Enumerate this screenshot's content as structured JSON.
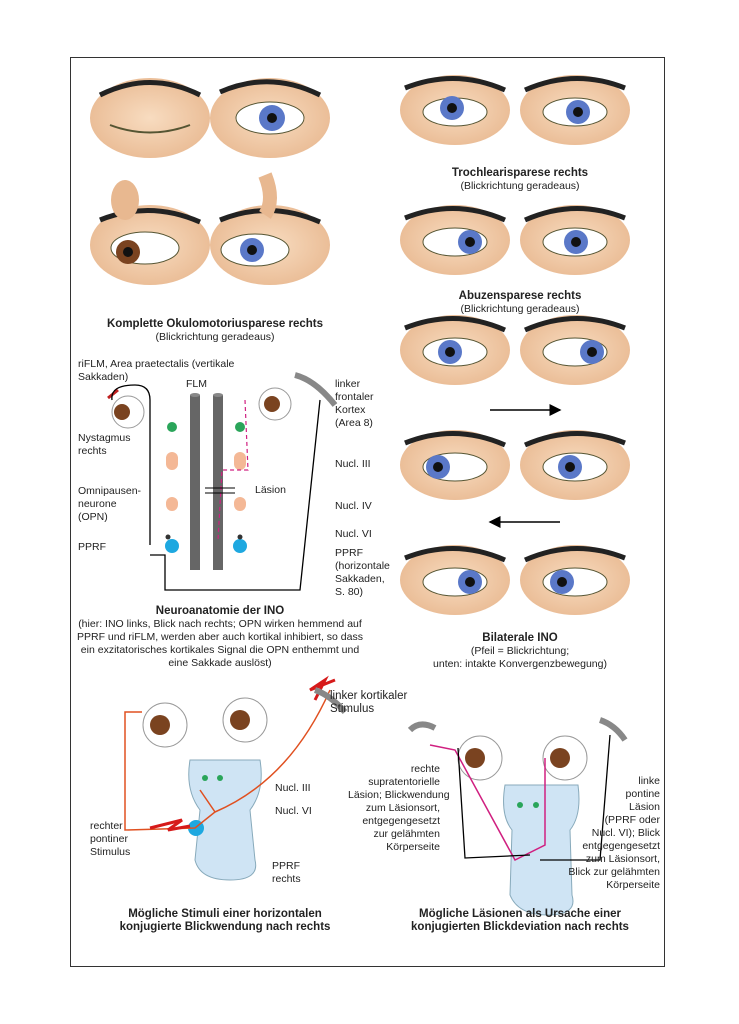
{
  "captions": {
    "okulomotorius": {
      "title": "Komplette Okulomotoriusparese rechts",
      "sub": "(Blickrichtung geradeaus)"
    },
    "trochlearis": {
      "title": "Trochlearisparese rechts",
      "sub": "(Blickrichtung geradeaus)"
    },
    "abduzens": {
      "title": "Abuzensparese rechts",
      "sub": "(Blickrichtung geradeaus)"
    },
    "bilateral": {
      "title": "Bilaterale INO",
      "sub1": "(Pfeil = Blickrichtung;",
      "sub2": "unten: intakte Konvergenzbewegung)"
    },
    "neuro": {
      "title": "Neuroanatomie der INO",
      "l1": "(hier: INO links, Blick nach rechts; OPN wirken hemmend auf",
      "l2": "PPRF und riFLM, werden aber auch kortikal inhibiert, so dass",
      "l3": "ein exzitatorisches kortikales Signal die OPN enthemmt und",
      "l4": "eine Sakkade auslöst)"
    },
    "stimuli": {
      "l1": "Mögliche Stimuli einer horizontalen",
      "l2": "konjugierte Blickwendung nach rechts"
    },
    "laesionen": {
      "l1": "Mögliche Läsionen als Ursache einer",
      "l2": "konjugierten Blickdeviation nach rechts"
    }
  },
  "labels": {
    "rifml1": "riFLM, Area praetectalis (vertikale",
    "rifml2": "Sakkaden)",
    "flm": "FLM",
    "nyst1": "Nystagmus",
    "nyst2": "rechts",
    "opn1": "Omnipausen-",
    "opn2": "neurone",
    "opn3": "(OPN)",
    "pprf": "PPRF",
    "kortex1": "linker",
    "kortex2": "frontaler",
    "kortex3": "Kortex",
    "kortex4": "(Area 8)",
    "nucl3": "Nucl. III",
    "laesion": "Läsion",
    "nucl4": "Nucl. IV",
    "nucl6": "Nucl. VI",
    "pprf_r1": "PPRF",
    "pprf_r2": "(horizontale",
    "pprf_r3": "Sakkaden,",
    "pprf_r4": "S. 80)",
    "kstim1": "linker kortikaler",
    "kstim2": "Stimulus",
    "bnucl3": "Nucl. III",
    "bnucl6": "Nucl. VI",
    "rps1": "rechter",
    "rps2": "pontiner",
    "rps3": "Stimulus",
    "bpprf1": "PPRF",
    "bpprf2": "rechts",
    "rsl1": "rechte",
    "rsl2": "supratentorielle",
    "rsl3": "Läsion; Blickwendung",
    "rsl4": "zum Läsionsort,",
    "rsl5": "entgegengesetzt",
    "rsl6": "zur gelähmten",
    "rsl7": "Körperseite",
    "lpl1": "linke",
    "lpl2": "pontine",
    "lpl3": "Läsion",
    "lpl4": "(PPRF oder",
    "lpl5": "Nucl. VI); Blick",
    "lpl6": "entgegengesetzt",
    "lpl7": "zum Läsionsort,",
    "lpl8": "Blick zur gelähmten",
    "lpl9": "Körperseite"
  },
  "colors": {
    "iris_blue": "#5a78c8",
    "iris_brown": "#7a4320",
    "skin": "#f2cfae",
    "nerve_red": "#e05020",
    "nerve_magenta": "#d02080",
    "brainstem": "#cfe4f4",
    "nucleus_orange": "#f4b896",
    "nucleus_green": "#2aa55a",
    "nucleus_cyan": "#1ea8e0"
  }
}
